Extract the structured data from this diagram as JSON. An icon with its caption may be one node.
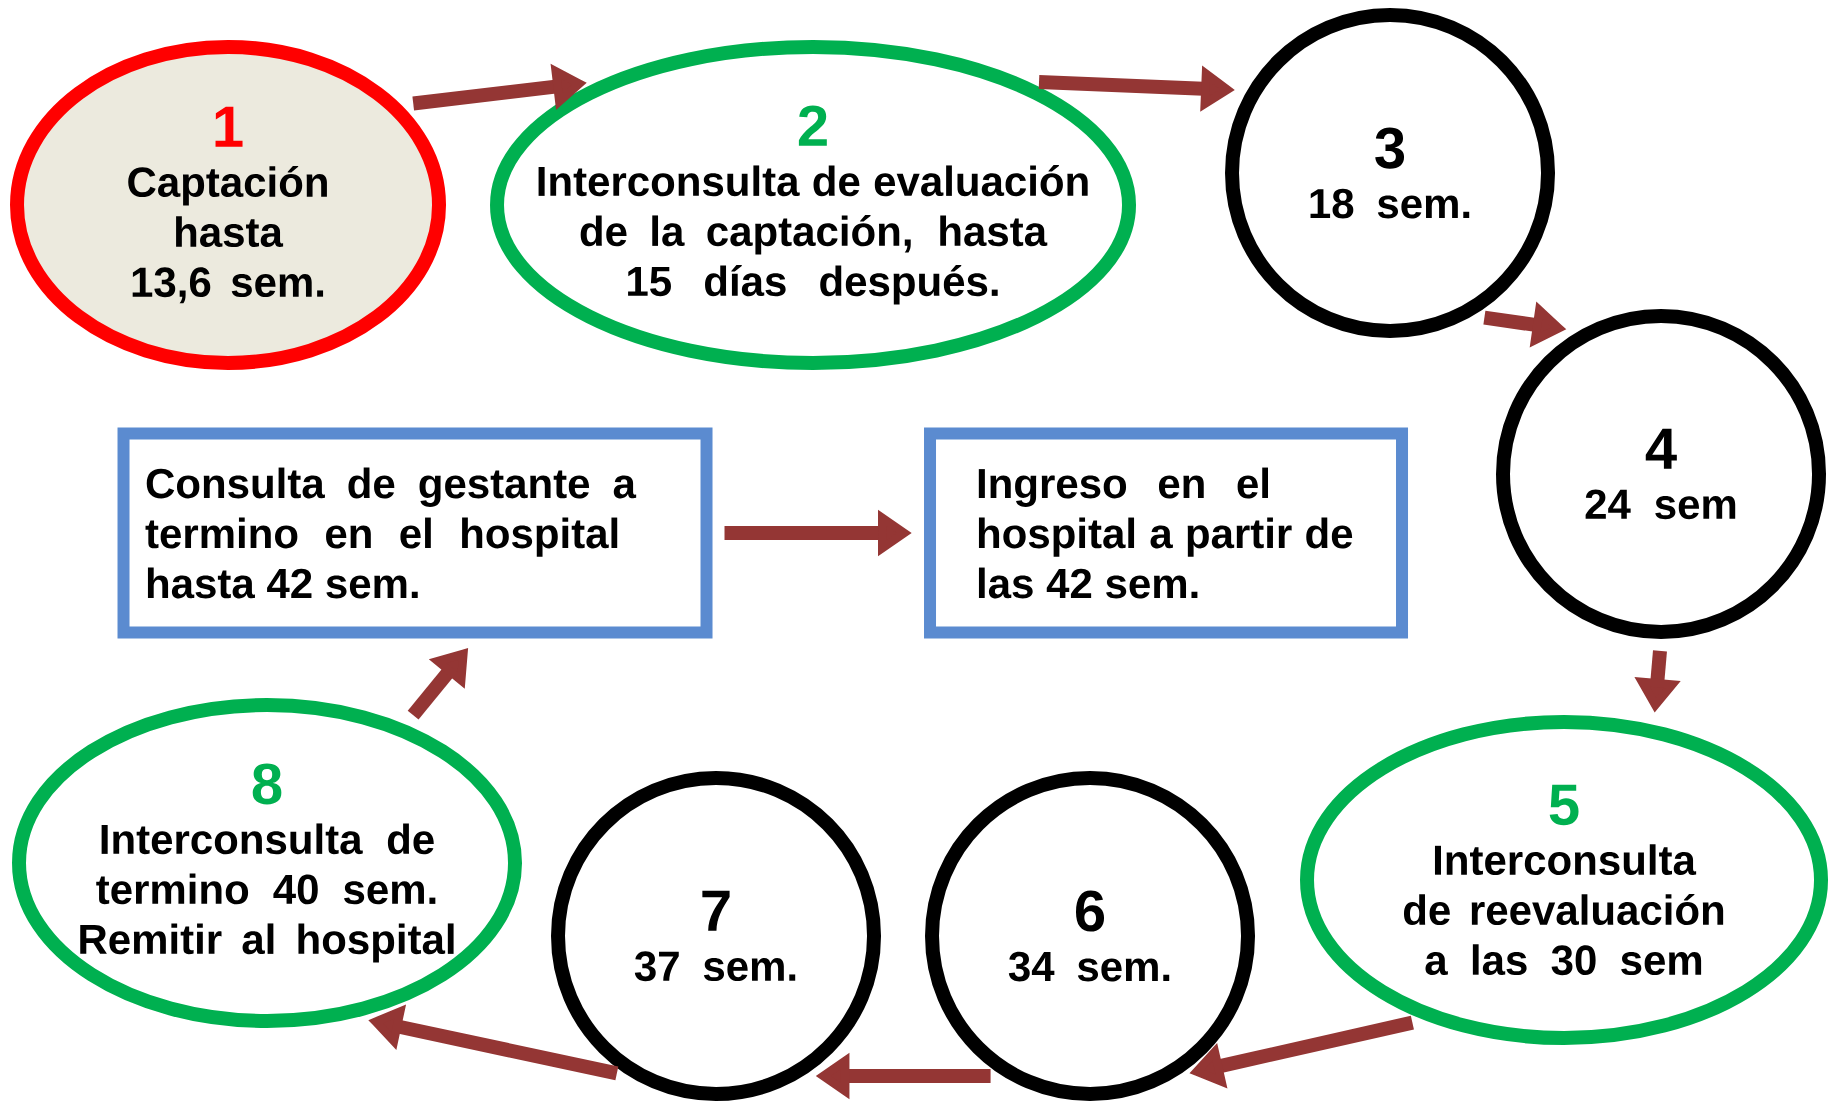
{
  "diagram": {
    "nodes": [
      {
        "text": [
          "1",
          "Captación hasta 13,6 sem."
        ]
      },
      {
        "text": [
          "2",
          "Interconsulta de evaluación de la captación, hasta 15 días después."
        ]
      },
      {
        "text": [
          "3",
          "18 sem."
        ]
      },
      {
        "text": [
          "4",
          "24 sem"
        ]
      },
      {
        "text": [
          "5",
          "Interconsulta de reevaluación a las 30 sem"
        ]
      },
      {
        "text": [
          "6",
          "34 sem."
        ]
      },
      {
        "text": [
          "7",
          "37 sem."
        ]
      },
      {
        "text": [
          "8",
          "Interconsulta de termino 40 sem. Remitir al hospital"
        ]
      },
      {
        "text": [
          "Consulta de gestante a termino en el hospital hasta 42 sem."
        ]
      },
      {
        "text": [
          "Ingreso en el hospital a partir de las 42 sem."
        ]
      }
    ],
    "edges": [
      {
        "from": 0,
        "to": 1,
        "arrow": "to"
      },
      {
        "from": 1,
        "to": 2,
        "arrow": "to"
      },
      {
        "from": 2,
        "to": 3,
        "arrow": "to"
      },
      {
        "from": 3,
        "to": 4,
        "arrow": "to"
      },
      {
        "from": 4,
        "to": 5,
        "arrow": "to"
      },
      {
        "from": 5,
        "to": 6,
        "arrow": "to"
      },
      {
        "from": 6,
        "to": 7,
        "arrow": "to"
      },
      {
        "from": 7,
        "to": 8,
        "arrow": "to"
      },
      {
        "from": 8,
        "to": 9,
        "arrow": "to"
      }
    ]
  }
}
